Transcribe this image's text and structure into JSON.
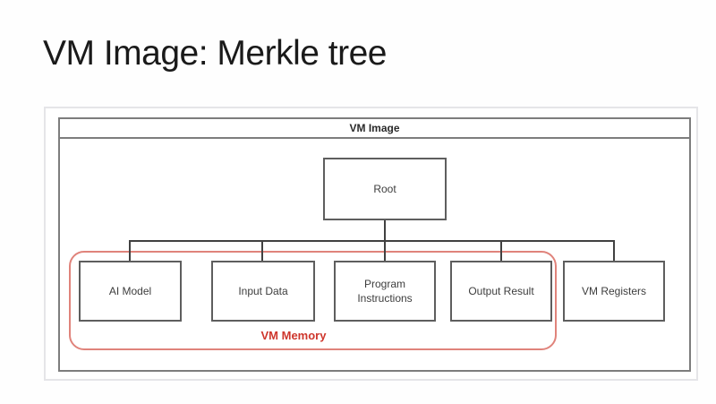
{
  "slide": {
    "title": "VM Image: Merkle tree"
  },
  "diagram": {
    "frame_label": "VM Image",
    "root": {
      "label": "Root"
    },
    "children": [
      {
        "label": "AI Model"
      },
      {
        "label": "Input Data"
      },
      {
        "label": "Program Instructions"
      },
      {
        "label": "Output Result"
      },
      {
        "label": "VM Registers"
      }
    ],
    "memory_group": {
      "label": "VM Memory"
    },
    "colors": {
      "memory_label": "#ce362c",
      "memory_outline": "#e0837b",
      "connector_line": "#414141",
      "frame_border": "#7d7d7d"
    }
  }
}
